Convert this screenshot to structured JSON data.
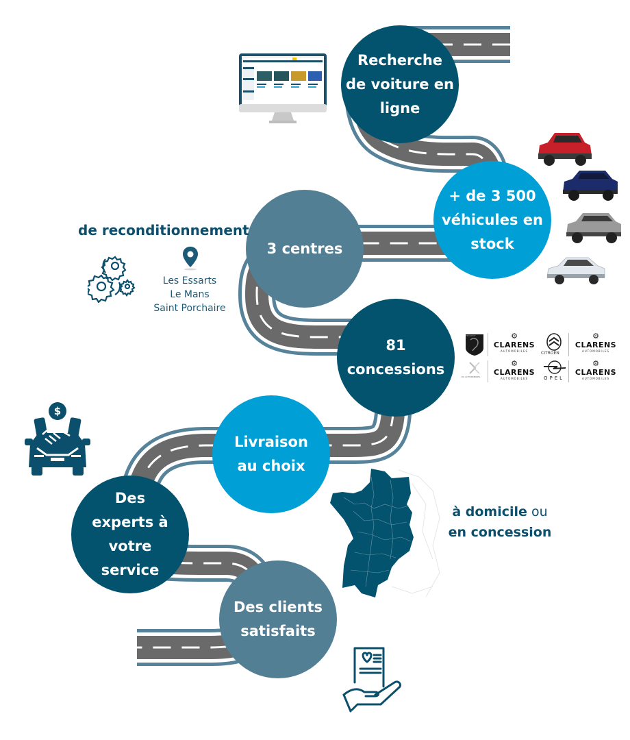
{
  "colors": {
    "dark_teal": "#03536f",
    "bright_blue": "#00a0d6",
    "slate": "#537f95",
    "road_asphalt": "#6a6a6a",
    "road_edge": "#56829a",
    "text_dark": "#0b4f6c"
  },
  "steps": [
    {
      "lines": [
        "Recherche",
        "de voiture en",
        "ligne"
      ],
      "color": "dark_teal"
    },
    {
      "lines": [
        "+ de 3 500",
        "véhicules en",
        "stock"
      ],
      "color": "bright_blue"
    },
    {
      "lines": [
        "3 centres"
      ],
      "color": "slate"
    },
    {
      "lines": [
        "81",
        "concessions"
      ],
      "color": "dark_teal"
    },
    {
      "lines": [
        "Livraison",
        "au choix"
      ],
      "color": "bright_blue"
    },
    {
      "lines": [
        "Des",
        "experts à",
        "votre",
        "service"
      ],
      "color": "dark_teal"
    },
    {
      "lines": [
        "Des clients",
        "satisfaits"
      ],
      "color": "slate"
    }
  ],
  "reconditioning": {
    "title": "de reconditionnement",
    "locations": [
      "Les Essarts",
      "Le Mans",
      "Saint Porchaire"
    ]
  },
  "delivery": {
    "option1_bold": "à domicile",
    "connector": "ou",
    "option2_bold": "en concession"
  },
  "brands": {
    "dealer_name": "CLARENS",
    "dealer_sub": "AUTOMOBILES",
    "makes": [
      "PEUGEOT",
      "CITROËN",
      "DS AUTOMOBILES",
      "OPEL"
    ]
  },
  "icons": {
    "computer": "desktop-monitor-icon",
    "cars": "car-photo-icon",
    "gears": "gears-icon",
    "pin": "location-pin-icon",
    "deal": "car-handshake-dollar-icon",
    "map": "france-west-map-icon",
    "satisfaction": "hand-document-heart-icon"
  },
  "car_colors": [
    "#c8202a",
    "#1c2c6b",
    "#9a9a9a",
    "#e3e8ee"
  ]
}
